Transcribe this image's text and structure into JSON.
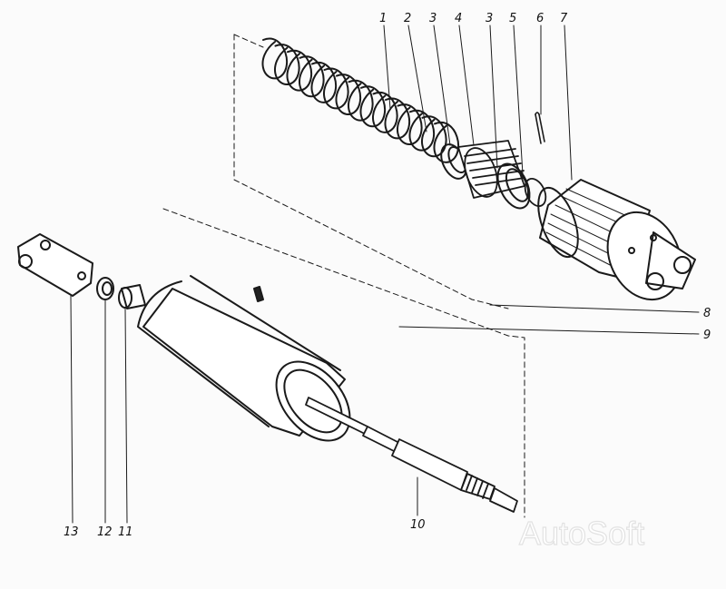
{
  "callouts": [
    {
      "id": "1",
      "label": "1"
    },
    {
      "id": "2",
      "label": "2"
    },
    {
      "id": "3a",
      "label": "3"
    },
    {
      "id": "4",
      "label": "4"
    },
    {
      "id": "3b",
      "label": "3"
    },
    {
      "id": "5",
      "label": "5"
    },
    {
      "id": "6",
      "label": "6"
    },
    {
      "id": "7",
      "label": "7"
    },
    {
      "id": "8",
      "label": "8"
    },
    {
      "id": "9",
      "label": "9"
    },
    {
      "id": "10",
      "label": "10"
    },
    {
      "id": "11",
      "label": "11"
    },
    {
      "id": "12",
      "label": "12"
    },
    {
      "id": "13",
      "label": "13"
    }
  ],
  "watermark": "AutoSoft",
  "colors": {
    "ink": "#1a1a1a",
    "paper": "#fbfbfb",
    "watermark": "#e2e2e2"
  }
}
